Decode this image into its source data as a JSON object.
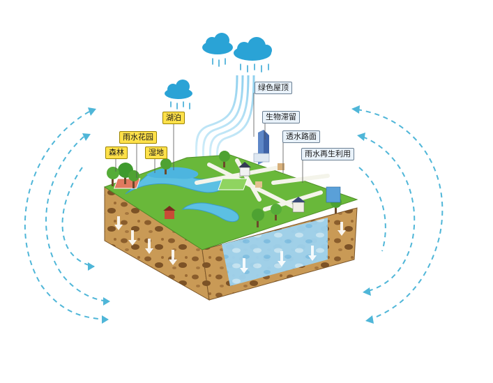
{
  "labels": {
    "lake": "湖泊",
    "rain_garden": "雨水花园",
    "forest": "森林",
    "wetland": "湿地",
    "green_roof": "绿色屋顶",
    "bioretention": "生物滞留",
    "permeable_pavement": "透水路面",
    "rainwater_reuse": "雨水再生利用"
  },
  "colors": {
    "arrow": "#4fb6d8",
    "rain": "#3aa9d6",
    "grass": "#69b83a",
    "soil": "#c99a56",
    "groundwater": "#9ed3f0",
    "yellow_label": "#ffe14a",
    "blue_label": "#e9f2fa"
  }
}
